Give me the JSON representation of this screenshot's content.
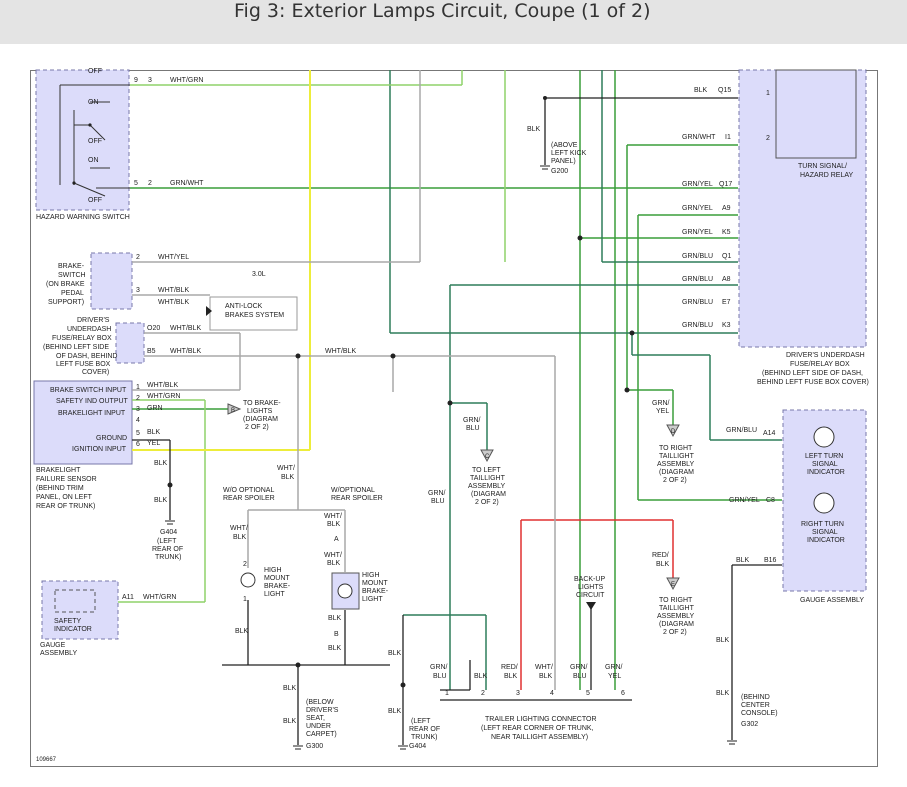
{
  "header": {
    "title": "Fig 3: Exterior Lamps Circuit, Coupe (1 of 2)"
  },
  "figure_id": "109667",
  "colors": {
    "green": "#3a9e3a",
    "darkgreen": "#2e7d5a",
    "lightgreen": "#8fd26a",
    "yellow": "#eded3a",
    "red": "#e03030",
    "gray": "#a8a8a8",
    "black": "#222222",
    "component_fill": "#dcdcfa",
    "component_border": "#7777aa"
  },
  "components": {
    "hazard_switch": {
      "label": "HAZARD WARNING SWITCH",
      "pos_off1": "OFF",
      "pos_on1": "ON",
      "pos_off2": "OFF",
      "pos_on2": "ON",
      "pos_off3": "OFF",
      "pin_top": "9",
      "wire_top_num": "3",
      "wire_top_color": "WHT/GRN",
      "pin_bot": "5",
      "wire_bot_num": "2",
      "wire_bot_color": "GRN/WHT"
    },
    "brake_switch": {
      "label_1": "BRAKE-",
      "label_2": "SWITCH",
      "label_3": "(ON BRAKE",
      "label_4": "PEDAL",
      "label_5": "SUPPORT)",
      "pin_2": "2",
      "wire_2": "WHT/YEL",
      "pin_3": "3",
      "wire_3": "WHT/BLK",
      "wire_3b": "WHT/BLK"
    },
    "abs": {
      "engine": "3.0L",
      "label_1": "ANTI-LOCK",
      "label_2": "BRAKES SYSTEM"
    },
    "fuse_box_left": {
      "label_1": "DRIVER'S",
      "label_2": "UNDERDASH",
      "label_3": "FUSE/RELAY BOX",
      "label_4": "(BEHIND LEFT SIDE",
      "label_5": "OF DASH, BEHIND",
      "label_6": "LEFT FUSE BOX",
      "label_7": "COVER)",
      "pin_o20": "O20",
      "wire_o20": "WHT/BLK",
      "pin_b5": "B5",
      "wire_b5": "WHT/BLK",
      "wire_b5b": "WHT/BLK"
    },
    "bfs": {
      "in_1": "BRAKE SWITCH INPUT",
      "in_2": "SAFETY IND OUTPUT",
      "in_3": "BRAKELIGHT INPUT",
      "in_4": "GROUND",
      "in_5": "IGNITION INPUT",
      "p1": "1",
      "p2": "2",
      "p3": "3",
      "p4": "4",
      "p5": "5",
      "p6": "6",
      "w1": "WHT/BLK",
      "w2": "WHT/GRN",
      "w3": "GRN",
      "w5": "BLK",
      "w6": "YEL",
      "label_1": "BRAKELIGHT",
      "label_2": "FAILURE SENSOR",
      "label_3": "(BEHIND TRIM",
      "label_4": "PANEL, ON LEFT",
      "label_5": "REAR OF TRUNK)"
    },
    "to_brake_lights": {
      "label_1": "TO BRAKE-",
      "label_2": "LIGHTS",
      "label_3": "(DIAGRAM",
      "label_4": "2 OF 2)",
      "letter": "B"
    },
    "g404_left": {
      "wire": "BLK",
      "wire_b": "BLK",
      "name": "G404",
      "label_1": "(LEFT",
      "label_2": "REAR OF",
      "label_3": "TRUNK)"
    },
    "gauge_left": {
      "pin": "A11",
      "wire": "WHT/GRN",
      "label_1": "SAFETY",
      "label_2": "INDICATOR",
      "label_3": "GAUGE",
      "label_4": "ASSEMBLY"
    },
    "spoiler": {
      "wht1": "WHT/",
      "blk1": "BLK",
      "wo_1": "W/O OPTIONAL",
      "wo_2": "REAR SPOILER",
      "w_1": "W/OPTIONAL",
      "w_2": "REAR SPOILER",
      "wo_wire_a": "WHT/",
      "wo_wire_b": "BLK",
      "wo_pin_top": "2",
      "wo_pin_bot": "1",
      "wo_lamp_1": "HIGH",
      "wo_lamp_2": "MOUNT",
      "wo_lamp_3": "BRAKE-",
      "wo_lamp_4": "LIGHT",
      "wo_blk": "BLK",
      "w_wire_a": "WHT/",
      "w_wire_b": "BLK",
      "w_conn_a": "A",
      "w_wire_c": "WHT/",
      "w_wire_d": "BLK",
      "w_lamp_1": "HIGH",
      "w_lamp_2": "MOUNT",
      "w_lamp_3": "BRAKE-",
      "w_lamp_4": "LIGHT",
      "w_blk": "BLK",
      "w_conn_b": "B",
      "w_blk2": "BLK"
    },
    "g300": {
      "wire": "BLK",
      "wire_b": "BLK",
      "name": "G300",
      "label_1": "(BELOW",
      "label_2": "DRIVER'S",
      "label_3": "SEAT,",
      "label_4": "UNDER",
      "label_5": "CARPET)"
    },
    "g200": {
      "wire": "BLK",
      "name": "G200",
      "label_1": "(ABOVE",
      "label_2": "LEFT KICK",
      "label_3": "PANEL)"
    },
    "relay": {
      "label_1": "TURN SIGNAL/",
      "label_2": "HAZARD RELAY",
      "pin_1": "1",
      "pin_2": "2"
    },
    "fuse_box_right": {
      "label_1": "DRIVER'S UNDERDASH",
      "label_2": "FUSE/RELAY BOX",
      "label_3": "(BEHIND LEFT SIDE OF DASH,",
      "label_4": "BEHIND LEFT FUSE BOX COVER)",
      "rows": [
        {
          "wire": "BLK",
          "pin": "Q15"
        },
        {
          "wire": "GRN/WHT",
          "pin": "I1"
        },
        {
          "wire": "GRN/YEL",
          "pin": "Q17"
        },
        {
          "wire": "GRN/YEL",
          "pin": "A9"
        },
        {
          "wire": "GRN/YEL",
          "pin": "K5"
        },
        {
          "wire": "GRN/BLU",
          "pin": "Q1"
        },
        {
          "wire": "GRN/BLU",
          "pin": "A8"
        },
        {
          "wire": "GRN/BLU",
          "pin": "E7"
        },
        {
          "wire": "GRN/BLU",
          "pin": "K3"
        }
      ]
    },
    "to_right_taillight_d": {
      "wire_a": "GRN/",
      "wire_b": "YEL",
      "letter": "D",
      "label_1": "TO RIGHT",
      "label_2": "TAILLIGHT",
      "label_3": "ASSEMBLY",
      "label_4": "(DIAGRAM",
      "label_5": "2 OF 2)"
    },
    "to_left_taillight_c": {
      "wire_a": "GRN/",
      "wire_b": "BLU",
      "letter": "C",
      "label_1": "TO LEFT",
      "label_2": "TAILLIGHT",
      "label_3": "ASSEMBLY",
      "label_4": "(DIAGRAM",
      "label_5": "2 OF 2)"
    },
    "to_right_taillight_e": {
      "wire_a": "RED/",
      "wire_b": "BLK",
      "letter": "E",
      "label_1": "TO RIGHT",
      "label_2": "TAILLIGHT",
      "label_3": "ASSEMBLY",
      "label_4": "(DIAGRAM",
      "label_5": "2 OF 2)"
    },
    "gauge_right": {
      "pin_a14": "A14",
      "wire_a14": "GRN/BLU",
      "pin_c8": "C8",
      "wire_c8": "GRN/YEL",
      "pin_b16": "B16",
      "wire_b16": "BLK",
      "lti_1": "LEFT TURN",
      "lti_2": "SIGNAL",
      "lti_3": "INDICATOR",
      "rti_1": "RIGHT TURN",
      "rti_2": "SIGNAL",
      "rti_3": "INDICATOR",
      "label": "GAUGE ASSEMBLY"
    },
    "g302": {
      "wire": "BLK",
      "wire_b": "BLK",
      "name": "G302",
      "label_1": "(BEHIND",
      "label_2": "CENTER",
      "label_3": "CONSOLE)"
    },
    "backup": {
      "label_1": "BACK-UP",
      "label_2": "LIGHTS",
      "label_3": "CIRCUIT"
    },
    "trailer": {
      "wires": [
        [
          "GRN/",
          "BLU"
        ],
        [
          "",
          "BLK"
        ],
        [
          "RED/",
          "BLK"
        ],
        [
          "WHT/",
          "BLK"
        ],
        [
          "GRN/",
          "BLU"
        ],
        [
          "GRN/",
          "YEL"
        ]
      ],
      "pins": [
        "1",
        "2",
        "3",
        "4",
        "5",
        "6"
      ],
      "label_1": "TRAILER LIGHTING CONNECTOR",
      "label_2": "(LEFT REAR CORNER OF TRUNK,",
      "label_3": "NEAR TAILLIGHT ASSEMBLY)"
    },
    "g404_mid": {
      "wire": "BLK",
      "wire_b": "BLK",
      "name": "G404",
      "label_1": "(LEFT",
      "label_2": "REAR OF",
      "label_3": "TRUNK)"
    },
    "grn_blu_mid": {
      "a": "GRN/",
      "b": "BLU"
    }
  }
}
